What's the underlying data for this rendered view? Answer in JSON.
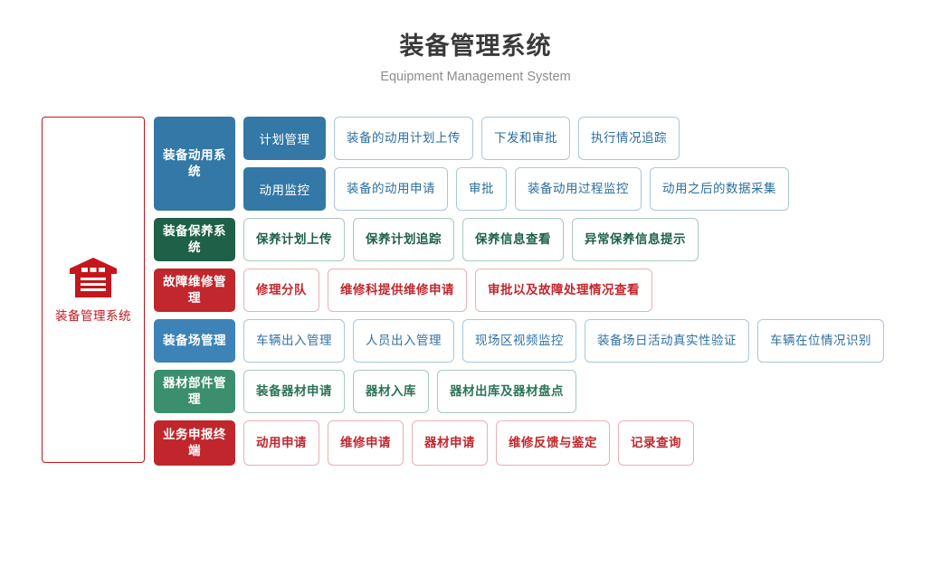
{
  "header": {
    "title": "装备管理系统",
    "subtitle": "Equipment Management System"
  },
  "system_panel": {
    "icon": "warehouse-icon",
    "label": "装备管理系统",
    "border_color": "#c4161c",
    "text_color": "#c4161c"
  },
  "rows": [
    {
      "category": "装备动用系统",
      "theme": "blue-dark",
      "color": "#3378a6",
      "subgroups": [
        {
          "subcategory": "计划管理",
          "items": [
            "装备的动用计划上传",
            "下发和审批",
            "执行情况追踪"
          ]
        },
        {
          "subcategory": "动用监控",
          "items": [
            "装备的动用申请",
            "审批",
            "装备动用过程监控",
            "动用之后的数据采集"
          ]
        }
      ]
    },
    {
      "category": "装备保养系统",
      "theme": "green-dark",
      "color": "#1f6048",
      "subgroups": [
        {
          "subcategory": null,
          "items": [
            "保养计划上传",
            "保养计划追踪",
            "保养信息查看",
            "异常保养信息提示"
          ]
        }
      ]
    },
    {
      "category": "故障维修管理",
      "theme": "red",
      "color": "#c1272d",
      "subgroups": [
        {
          "subcategory": null,
          "items": [
            "修理分队",
            "维修科提供维修申请",
            "审批以及故障处理情况查看"
          ]
        }
      ]
    },
    {
      "category": "装备场管理",
      "theme": "blue-mid",
      "color": "#3d83b8",
      "subgroups": [
        {
          "subcategory": null,
          "items": [
            "车辆出入管理",
            "人员出入管理",
            "现场区视频监控",
            "装备场日活动真实性验证",
            "车辆在位情况识别"
          ]
        }
      ]
    },
    {
      "category": "器材部件管理",
      "theme": "green-mid",
      "color": "#3b8f6e",
      "subgroups": [
        {
          "subcategory": null,
          "items": [
            "装备器材申请",
            "器材入库",
            "器材出库及器材盘点"
          ]
        }
      ]
    },
    {
      "category": "业务申报终端",
      "theme": "crimson",
      "color": "#c1262c",
      "subgroups": [
        {
          "subcategory": null,
          "items": [
            "动用申请",
            "维修申请",
            "器材申请",
            "维修反馈与鉴定",
            "记录查询"
          ]
        }
      ]
    }
  ]
}
